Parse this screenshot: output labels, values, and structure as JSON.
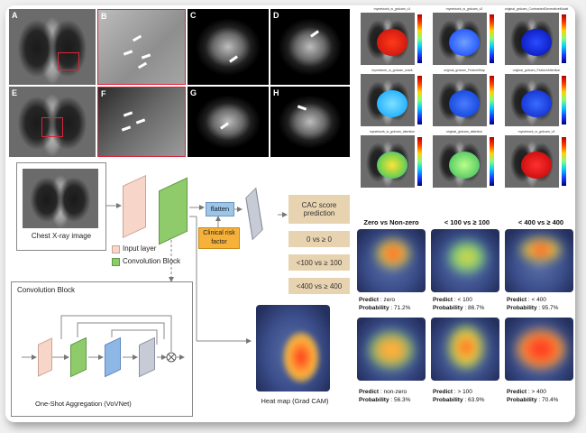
{
  "panels_top": {
    "labels": [
      "A",
      "B",
      "C",
      "D",
      "E",
      "F",
      "G",
      "H"
    ]
  },
  "heatmap_grid": {
    "titles": [
      "mynetwork_w_grdcam_v1",
      "mynetwork_w_grdcam_v2",
      "original_grdcam_ContrastedGenerativeModel",
      "mynetwork_w_grdcam_mask",
      "original_grdcam_FeatureMap",
      "original_grdcam_FeatureAttention",
      "mynetwork_w_grdcam_attention",
      "original_grdcam_attention",
      "mynetwork_w_grdcam_v3"
    ]
  },
  "diagram": {
    "chest_label": "Chest X-ray image",
    "legend_input": "Input layer",
    "legend_conv": "Convolution Block",
    "flatten": "flatten",
    "clinical": "Clinical risk factor",
    "cac_title": "CAC score prediction",
    "outputs": [
      "0 vs ≥ 0",
      "<100 vs ≥ 100",
      "<400 vs ≥ 400"
    ],
    "conv_block_title": "Convolution Block",
    "osa_label": "One-Shot Aggregation (VoVNet)",
    "heatmap_label": "Heat map (Grad CAM)"
  },
  "gradcam": {
    "headers": [
      "Zero vs Non-zero",
      "< 100 vs ≥ 100",
      "< 400 vs ≥ 400"
    ],
    "predict_key": "Predict",
    "prob_key": "Probability",
    "rows": [
      [
        {
          "predict": "zero",
          "probability": "71.2%"
        },
        {
          "predict": "< 100",
          "probability": "86.7%"
        },
        {
          "predict": "< 400",
          "probability": "95.7%"
        }
      ],
      [
        {
          "predict": "non-zero",
          "probability": "56.3%"
        },
        {
          "predict": "> 100",
          "probability": "63.9%"
        },
        {
          "predict": "> 400",
          "probability": "70.4%"
        }
      ]
    ]
  },
  "colors": {
    "red_box": "#d8263a",
    "input_layer": "#f7d5c8",
    "conv_block": "#8fca6b",
    "flatten": "#9ec4e6",
    "clinical": "#f5b13a",
    "tan": "#e8d3b0"
  }
}
